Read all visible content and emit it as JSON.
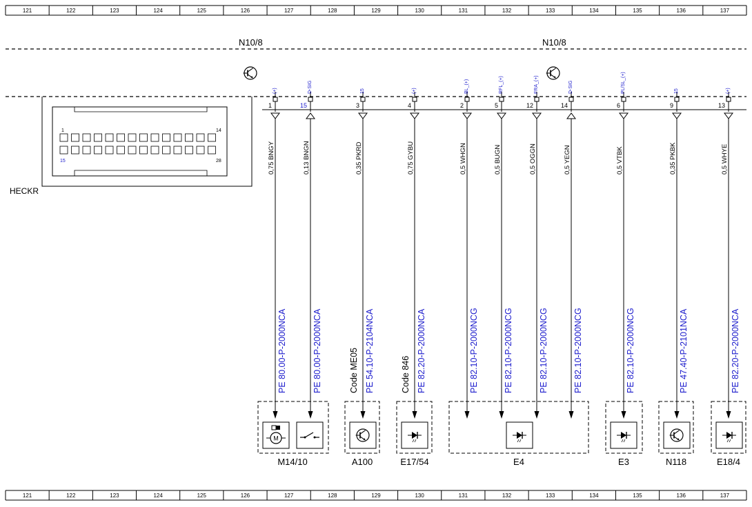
{
  "ruler": {
    "columns": [
      "121",
      "122",
      "123",
      "124",
      "125",
      "126",
      "127",
      "128",
      "129",
      "130",
      "131",
      "132",
      "133",
      "134",
      "135",
      "136",
      "137"
    ]
  },
  "headers": [
    {
      "id": "n10-8-left",
      "label": "N10/8"
    },
    {
      "id": "n10-8-right",
      "label": "N10/8"
    }
  ],
  "connector": {
    "name": "HECKR",
    "pin_numbers": {
      "top_left": "1",
      "top_right": "14",
      "bottom_left": "15",
      "bottom_right": "28"
    }
  },
  "wires": [
    {
      "pin": "1",
      "pin_blue": false,
      "signal": "(+)",
      "direction": "out",
      "wire": "0,75 BNGY",
      "ref": "PE 80.00-P-2000NCA",
      "code": ""
    },
    {
      "pin": "15",
      "pin_blue": true,
      "signal": "D-SIG",
      "direction": "in",
      "wire": "0,13 BNGN",
      "ref": "PE 80.00-P-2000NCA",
      "code": ""
    },
    {
      "pin": "3",
      "pin_blue": false,
      "signal": "15",
      "direction": "out",
      "wire": "0,35 PKRD",
      "ref": "PE 54.10-P-2104NCA",
      "code": "Code ME05"
    },
    {
      "pin": "4",
      "pin_blue": false,
      "signal": "(+)",
      "direction": "out",
      "wire": "0,75 GYBU",
      "ref": "PE 82.20-P-2000NCA",
      "code": "Code 846"
    },
    {
      "pin": "2",
      "pin_blue": false,
      "signal": "BL_(+)",
      "direction": "out",
      "wire": "0,5 WHGN",
      "ref": "PE 82.10-P-2000NCG",
      "code": ""
    },
    {
      "pin": "5",
      "pin_blue": false,
      "signal": "RFL_(+)",
      "direction": "out",
      "wire": "0,5 BUGN",
      "ref": "PE 82.10-P-2000NCG",
      "code": ""
    },
    {
      "pin": "12",
      "pin_blue": false,
      "signal": "FRA_(+)",
      "direction": "out",
      "wire": "0,5 OGGN",
      "ref": "PE 82.10-P-2000NCG",
      "code": ""
    },
    {
      "pin": "14",
      "pin_blue": false,
      "signal": "D-SIG",
      "direction": "in",
      "wire": "0,5 YEGN",
      "ref": "PE 82.10-P-2000NCG",
      "code": ""
    },
    {
      "pin": "6",
      "pin_blue": false,
      "signal": "PL/SL_(+)",
      "direction": "out",
      "wire": "0,5 VTBK",
      "ref": "PE 82.10-P-2000NCG",
      "code": ""
    },
    {
      "pin": "9",
      "pin_blue": false,
      "signal": "15",
      "direction": "out",
      "wire": "0,35 PKBK",
      "ref": "PE 47.40-P-2101NCA",
      "code": ""
    },
    {
      "pin": "13",
      "pin_blue": false,
      "signal": "(+)",
      "direction": "out",
      "wire": "0,5 WHYE",
      "ref": "PE 82.20-P-2000NCA",
      "code": ""
    }
  ],
  "components": [
    {
      "id": "m14-10",
      "label": "M14/10",
      "symbols": [
        "motor-icon",
        "switch-icon"
      ]
    },
    {
      "id": "a100",
      "label": "A100",
      "symbols": [
        "transistor-icon"
      ]
    },
    {
      "id": "e17-54",
      "label": "E17/54",
      "symbols": [
        "led-icon"
      ]
    },
    {
      "id": "e4",
      "label": "E4",
      "symbols": [
        "led-icon"
      ]
    },
    {
      "id": "e3",
      "label": "E3",
      "symbols": [
        "led-icon"
      ]
    },
    {
      "id": "n118",
      "label": "N118",
      "symbols": [
        "transistor-icon"
      ]
    },
    {
      "id": "e18-4",
      "label": "E18/4",
      "symbols": [
        "led-icon"
      ]
    }
  ],
  "transistor_marks": [
    "transistor-icon",
    "transistor-icon"
  ]
}
